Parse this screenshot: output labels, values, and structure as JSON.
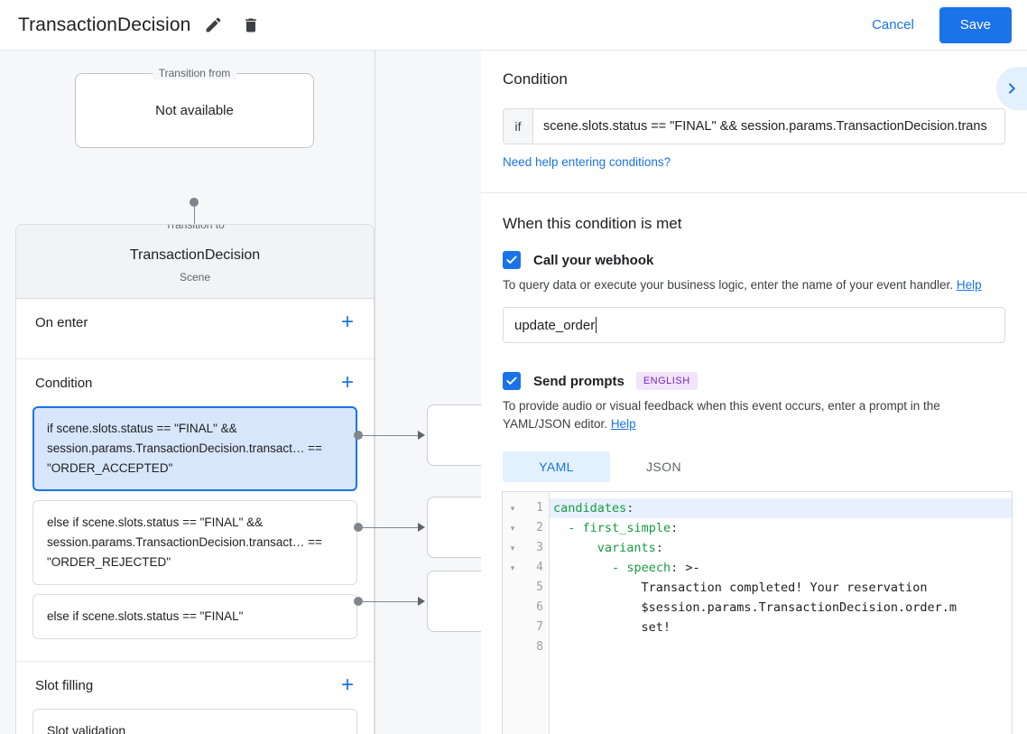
{
  "header": {
    "title": "TransactionDecision",
    "edit_icon": "pencil-icon",
    "delete_icon": "trash-icon",
    "cancel_label": "Cancel",
    "save_label": "Save",
    "accent_color": "#1a73e8"
  },
  "canvas": {
    "transition_from": {
      "legend": "Transition from",
      "value": "Not available"
    },
    "transition_to": {
      "legend": "Transition to",
      "title": "TransactionDecision",
      "subtitle": "Scene"
    },
    "sections": [
      {
        "title": "On enter",
        "add_label": "+"
      },
      {
        "title": "Condition",
        "add_label": "+"
      },
      {
        "title": "Slot filling",
        "add_label": "+"
      }
    ],
    "conditions": [
      {
        "text": "if scene.slots.status == \"FINAL\" && session.params.TransactionDecision.transact… == \"ORDER_ACCEPTED\"",
        "selected": true
      },
      {
        "text": "else if scene.slots.status == \"FINAL\" && session.params.TransactionDecision.transact… == \"ORDER_REJECTED\"",
        "selected": false
      },
      {
        "text": "else if scene.slots.status == \"FINAL\"",
        "selected": false
      }
    ],
    "slot_filling_items": [
      {
        "text": "Slot validation"
      }
    ]
  },
  "panel": {
    "condition": {
      "heading": "Condition",
      "expand_icon": "chevron-right-icon",
      "if_label": "if",
      "if_value": "scene.slots.status == \"FINAL\" && session.params.TransactionDecision.trans",
      "help_link": "Need help entering conditions?"
    },
    "when_met": {
      "heading": "When this condition is met",
      "webhook": {
        "label": "Call your webhook",
        "checked": true,
        "description": "To query data or execute your business logic, enter the name of your event handler.",
        "help_label": "Help",
        "value": "update_order"
      },
      "prompts": {
        "label": "Send prompts",
        "checked": true,
        "badge": "ENGLISH",
        "badge_bg": "#f2e4fb",
        "badge_color": "#7627bb",
        "description": "To provide audio or visual feedback when this event occurs, enter a prompt in the YAML/JSON editor.",
        "help_label": "Help",
        "tabs": [
          {
            "label": "YAML",
            "active": true
          },
          {
            "label": "JSON",
            "active": false
          }
        ]
      }
    },
    "editor": {
      "line_numbers": [
        "1",
        "2",
        "3",
        "4",
        "5",
        "6",
        "7",
        "8"
      ],
      "fold_markers": [
        "▾",
        "▾",
        "▾",
        "▾"
      ],
      "lines": [
        {
          "indent": "",
          "key": "candidates",
          "colon": ":",
          "rest": "",
          "highlight": true
        },
        {
          "indent": "  - ",
          "key": "first_simple",
          "colon": ":",
          "rest": "",
          "highlight": false
        },
        {
          "indent": "      ",
          "key": "variants",
          "colon": ":",
          "rest": "",
          "highlight": false
        },
        {
          "indent": "        - ",
          "key": "speech",
          "colon": ":",
          "rest": " >-",
          "highlight": false
        },
        {
          "indent": "            ",
          "key": "",
          "colon": "",
          "rest": "Transaction completed! Your reservation",
          "highlight": false
        },
        {
          "indent": "            ",
          "key": "",
          "colon": "",
          "rest": "$session.params.TransactionDecision.order.m",
          "highlight": false
        },
        {
          "indent": "            ",
          "key": "",
          "colon": "",
          "rest": "set!",
          "highlight": false
        },
        {
          "indent": "",
          "key": "",
          "colon": "",
          "rest": "",
          "highlight": false
        }
      ]
    }
  }
}
